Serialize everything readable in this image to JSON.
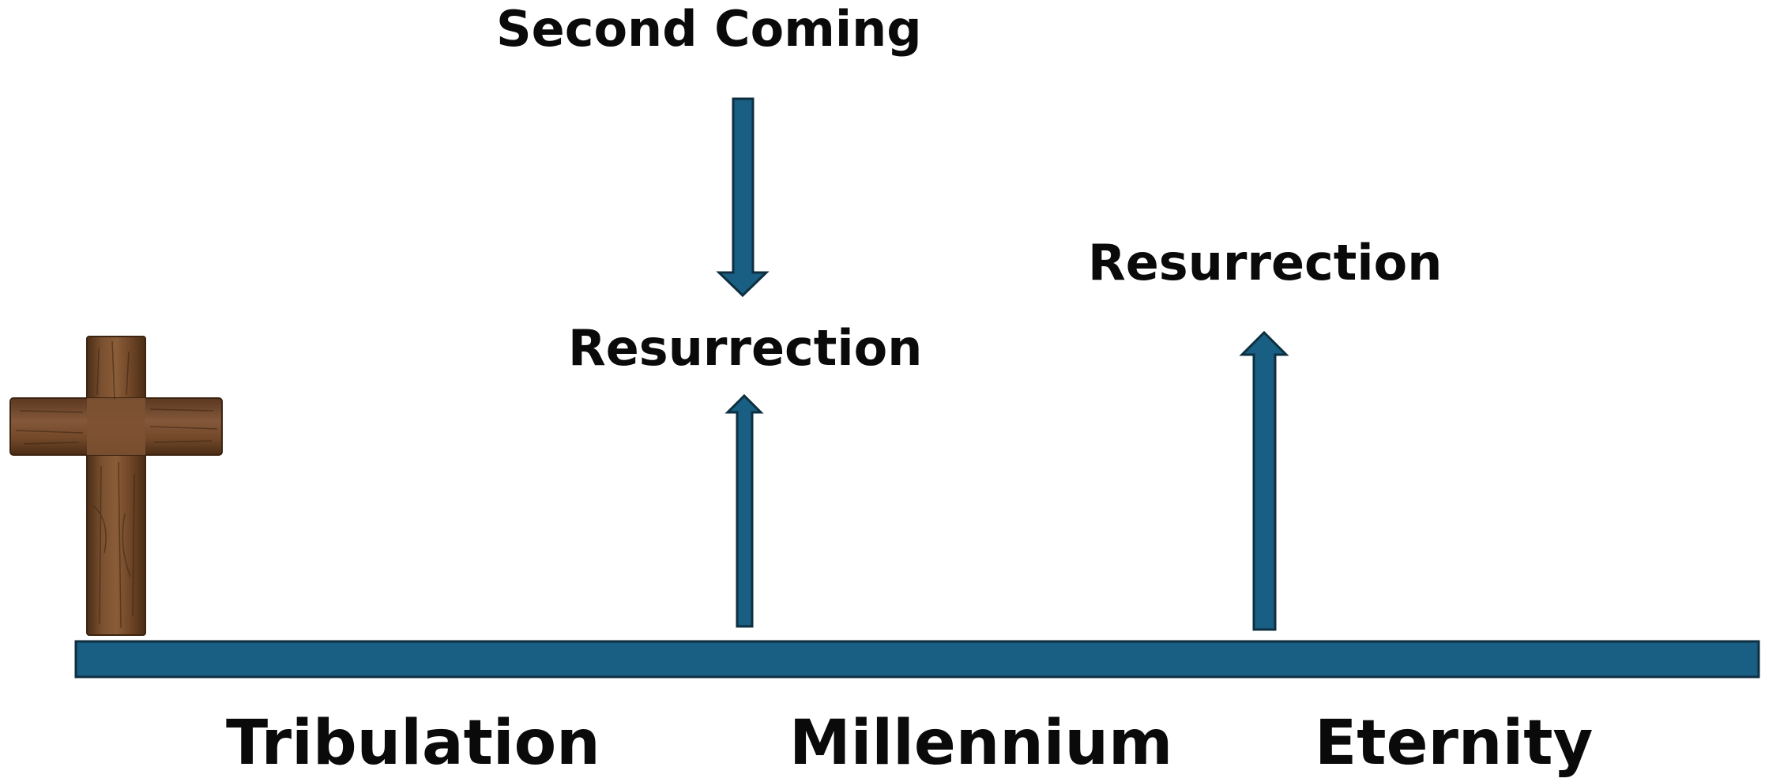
{
  "diagram": {
    "colors": {
      "timeline_fill": "#185f83",
      "timeline_stroke": "#0e2f40",
      "text": "#0a0a0a",
      "cross_wood": "#6b4423"
    },
    "events": {
      "second_coming": "Second Coming",
      "resurrection_first": "Resurrection",
      "resurrection_second": "Resurrection"
    },
    "periods": [
      "Tribulation",
      "Millennium",
      "Eternity"
    ],
    "icons": {
      "cross": "wooden-cross-icon"
    }
  }
}
